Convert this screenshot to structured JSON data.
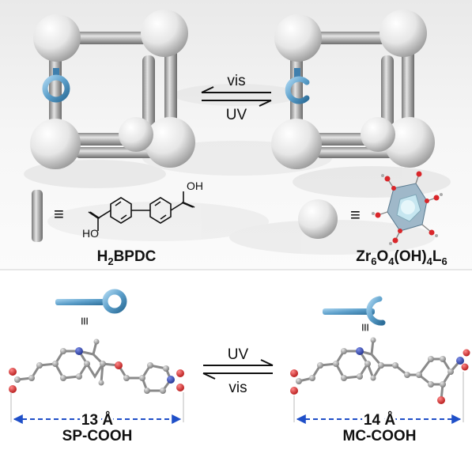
{
  "top_panel": {
    "arrow_top_label": "vis",
    "arrow_bottom_label": "UV",
    "equiv_symbol": "≡",
    "linker_name": "H",
    "linker_sub": "2",
    "linker_rest": "BPDC",
    "cluster_parts": [
      {
        "t": "Zr",
        "sub": false
      },
      {
        "t": "6",
        "sub": true
      },
      {
        "t": "O",
        "sub": false
      },
      {
        "t": "4",
        "sub": true
      },
      {
        "t": "(OH)",
        "sub": false
      },
      {
        "t": "4",
        "sub": true
      },
      {
        "t": "L",
        "sub": false
      },
      {
        "t": "6",
        "sub": true
      }
    ],
    "oh_top": "OH",
    "oh_bottom": "HO"
  },
  "bottom_panel": {
    "equiv_symbol": "≡",
    "arrow_top_label": "UV",
    "arrow_bottom_label": "vis",
    "sp_distance": "13 Å",
    "sp_name": "SP-COOH",
    "mc_distance": "14 Å",
    "mc_name": "MC-COOH"
  },
  "colors": {
    "switch_blue": "#5b9ec9",
    "oxygen_red": "#d9262a",
    "nitrogen_blue": "#2b3fa8",
    "carbon_grey": "#8a8a8a",
    "dashed_blue": "#1f4fc8"
  }
}
